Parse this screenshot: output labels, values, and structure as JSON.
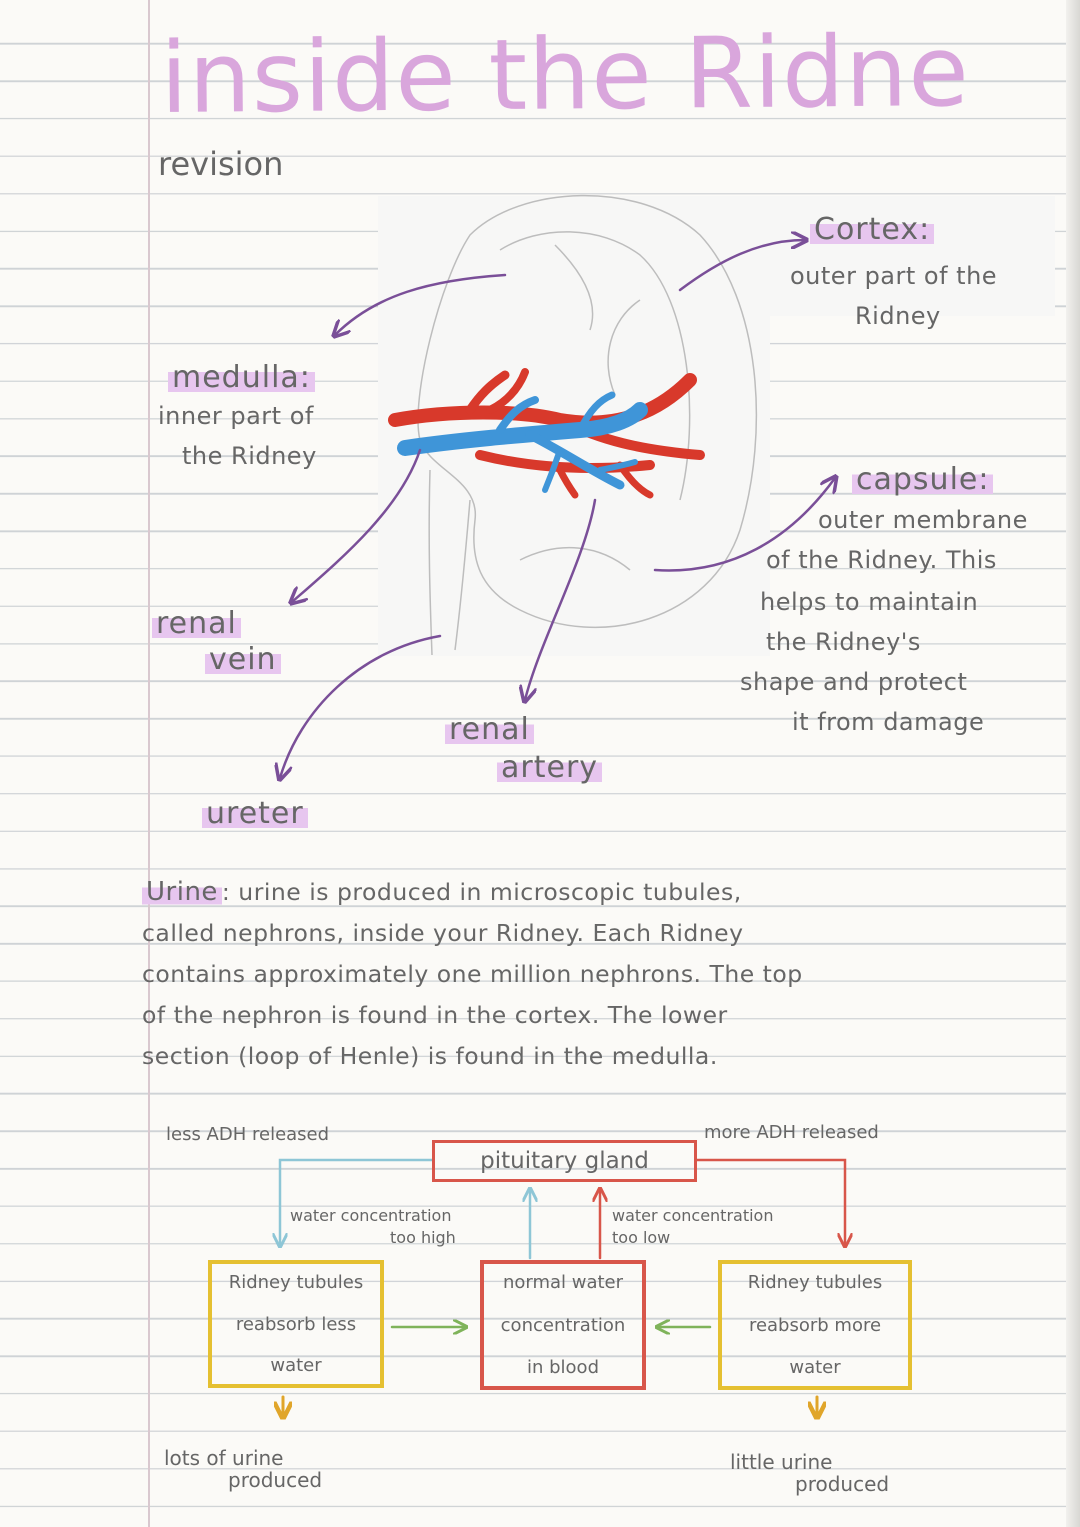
{
  "title": "inside the Ridne",
  "subtitle": "revision",
  "labels": {
    "cortex": {
      "term": "Cortex:",
      "def": [
        "outer part of the",
        "Ridney"
      ]
    },
    "medulla": {
      "term": "medulla:",
      "def": [
        "inner part of",
        "the Ridney"
      ]
    },
    "capsule": {
      "term": "capsule:",
      "def": [
        "outer membrane",
        "of the Ridney. This",
        "helps to maintain",
        "the Ridney's",
        "shape and protect",
        "it from damage"
      ]
    },
    "renal_vein": [
      "renal",
      "vein"
    ],
    "renal_artery": [
      "renal",
      "artery"
    ],
    "ureter": "ureter"
  },
  "urine": {
    "lead": "Urine",
    "lines": [
      ": urine is produced in microscopic tubules,",
      "called nephrons, inside your Ridney. Each Ridney",
      "contains approximately one million nephrons. The top",
      "of the nephron is found in the cortex. The lower",
      "section (loop of Henle) is found in the medulla."
    ]
  },
  "flow": {
    "pituitary": "pituitary gland",
    "less_adh": "less ADH released",
    "more_adh": "more ADH released",
    "too_high": [
      "water concentration",
      "too high"
    ],
    "too_low": [
      "water concentration",
      "too low"
    ],
    "left_box": [
      "Ridney tubules",
      "reabsorb less",
      "water"
    ],
    "center_box": [
      "normal water",
      "concentration",
      "in blood"
    ],
    "right_box": [
      "Ridney tubules",
      "reabsorb more",
      "water"
    ],
    "left_result": [
      "lots of urine",
      "produced"
    ],
    "right_result": [
      "little urine",
      "produced"
    ]
  },
  "colors": {
    "title": "#d9a6dc",
    "highlight": "#e7c6ef",
    "arrow_purple": "#7a4f98",
    "artery_red": "#d8392b",
    "vein_blue": "#3f95d8",
    "box_red": "#d8564a",
    "box_yellow": "#e5c031",
    "arrow_blue": "#8ec6d6",
    "arrow_green": "#7fb35a"
  }
}
